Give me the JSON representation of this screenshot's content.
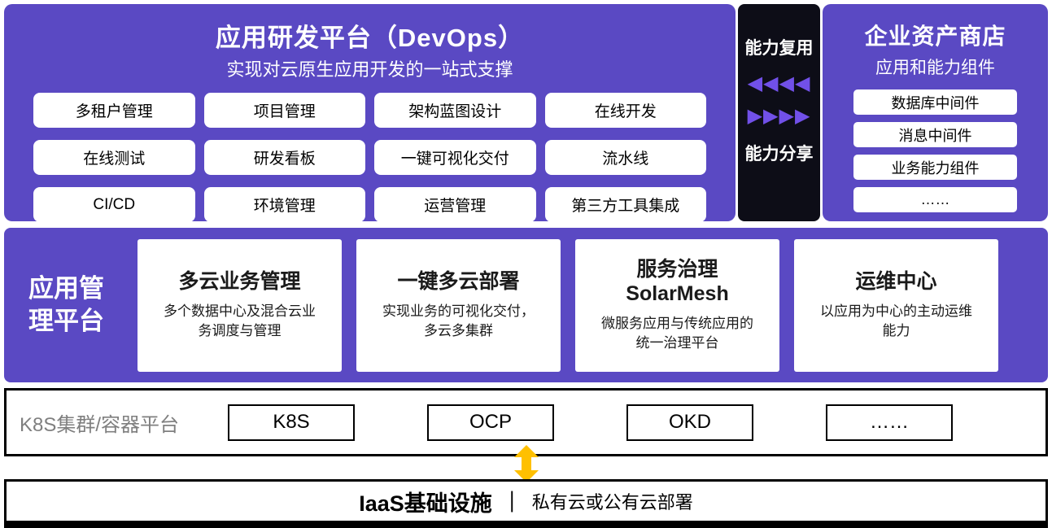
{
  "colors": {
    "purple": "#5A49C3",
    "arrow_purple": "#7150E8",
    "dark_column": "#0D0D17",
    "yellow_arrow": "#FFC000",
    "gray_label": "#7f7f7f"
  },
  "devops": {
    "title": "应用研发平台（DevOps）",
    "subtitle": "实现对云原生应用开发的一站式支撑",
    "items": [
      "多租户管理",
      "项目管理",
      "架构蓝图设计",
      "在线开发",
      "在线测试",
      "研发看板",
      "一键可视化交付",
      "流水线",
      "CI/CD",
      "环境管理",
      "运营管理",
      "第三方工具集成"
    ]
  },
  "bridge": {
    "reuse_label": "能力复用",
    "share_label": "能力分享",
    "left_arrows": "◀◀◀◀",
    "right_arrows": "▶▶▶▶"
  },
  "store": {
    "title": "企业资产商店",
    "subtitle": "应用和能力组件",
    "items": [
      "数据库中间件",
      "消息中间件",
      "业务能力组件",
      "……"
    ]
  },
  "mgmt": {
    "label": "应用管理平台",
    "cards": [
      {
        "title": "多云业务管理",
        "desc": "多个数据中心及混合云业务调度与管理"
      },
      {
        "title": "一键多云部署",
        "desc": "实现业务的可视化交付，多云多集群"
      },
      {
        "title": "服务治理",
        "title2": "SolarMesh",
        "desc": "微服务应用与传统应用的统一治理平台"
      },
      {
        "title": "运维中心",
        "desc": "以应用为中心的主动运维能力"
      }
    ]
  },
  "k8s": {
    "label": "K8S集群/容器平台",
    "items": [
      "K8S",
      "OCP",
      "OKD",
      "……"
    ]
  },
  "iaas": {
    "title": "IaaS基础设施",
    "separator": "｜",
    "subtitle": "私有云或公有云部署"
  }
}
